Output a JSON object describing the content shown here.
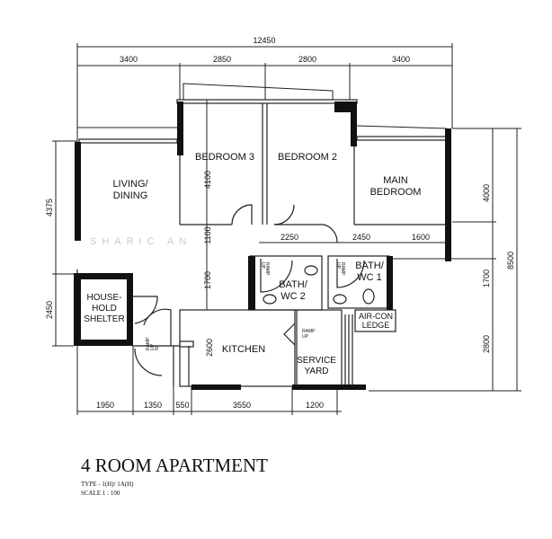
{
  "title": "4 ROOM APARTMENT",
  "type_line": "TYPE - 1(H)/ 1A(H)",
  "scale_line": "SCALE 1 : 100",
  "watermark": "SHARIC AN",
  "dimensions": {
    "overall_width": "12450",
    "top": [
      "3400",
      "2850",
      "2800",
      "3400"
    ],
    "bottom": [
      "1950",
      "1350",
      "550",
      "3550",
      "1200"
    ],
    "left": [
      "4375",
      "2450"
    ],
    "right": [
      "4000",
      "1700",
      "2800"
    ],
    "right_total": "8500",
    "inner_vertical": [
      "4100",
      "1100",
      "1700",
      "2600"
    ],
    "inner_horizontal": [
      "2250",
      "2450",
      "1600"
    ]
  },
  "rooms": {
    "living": [
      "LIVING/",
      "DINING"
    ],
    "bedroom3": "BEDROOM 3",
    "bedroom2": "BEDROOM 2",
    "main_bedroom": [
      "MAIN",
      "BEDROOM"
    ],
    "bath2": [
      "BATH/",
      "WC 2"
    ],
    "bath1": [
      "BATH/",
      "WC 1"
    ],
    "aircon": [
      "AIR-CON",
      "LEDGE"
    ],
    "kitchen": "KITCHEN",
    "service_yard": [
      "SERVICE",
      "YARD"
    ],
    "shelter": [
      "HOUSE-",
      "HOLD",
      "SHELTER"
    ]
  },
  "annotations": {
    "ramp_up": [
      "RAMP",
      "UP"
    ],
    "ramp_up_50": [
      "RAMP",
      "UP",
      "50"
    ]
  },
  "colors": {
    "wall": "#111111",
    "line": "#222222"
  }
}
